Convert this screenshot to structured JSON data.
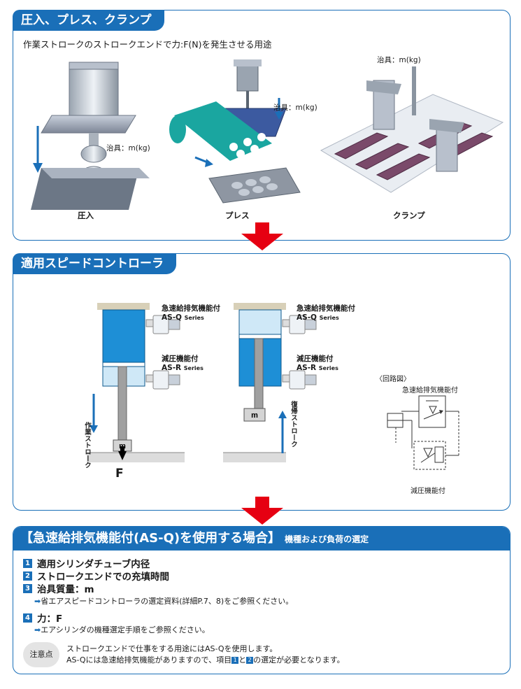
{
  "section1": {
    "title": "圧入、プレス、クランプ",
    "caption": "作業ストロークのストロークエンドで力:F(N)を発生させる用途",
    "jig_label": "治具：m(kg)",
    "labels": [
      "圧入",
      "プレス",
      "クランプ"
    ]
  },
  "section2": {
    "title": "適用スピードコントローラ",
    "left": {
      "quick_exhaust": "急速給排気機能付",
      "quick_series": "AS-Q",
      "reduce": "減圧機能付",
      "reduce_series": "AS-R",
      "series_word": "Series",
      "stroke": "作業ストローク",
      "mass": "m",
      "force": "F"
    },
    "right": {
      "quick_exhaust": "急速給排気機能付",
      "quick_series": "AS-Q",
      "reduce": "減圧機能付",
      "reduce_series": "AS-R",
      "series_word": "Series",
      "stroke": "復帰ストローク",
      "mass": "m"
    },
    "circuit": {
      "title": "〈回路図〉",
      "top_label": "急速給排気機能付",
      "bottom_label": "減圧機能付"
    }
  },
  "section3": {
    "title": "【急速給排気機能付(AS-Q)を使用する場合】",
    "subtitle": "機種および負荷の選定",
    "items": [
      {
        "num": "1",
        "text": "適用シリンダチューブ内径"
      },
      {
        "num": "2",
        "text": "ストロークエンドでの充填時間"
      },
      {
        "num": "3",
        "text": "治具質量：m"
      },
      {
        "num": "4",
        "text": "力：F"
      }
    ],
    "sub3": "省エアスピードコントローラの選定資料(詳細P.7、8)をご参照ください。",
    "sub4": "エアシリンダの機種選定手順をご参照ください。",
    "note_badge": "注意点",
    "note1": "ストロークエンドで仕事をする用途にはAS-Qを使用します。",
    "note2_a": "AS-Qには急速給排気機能がありますので、項目",
    "note2_b": "と",
    "note2_c": "の選定が必要となります。",
    "note_ref1": "1",
    "note_ref2": "2"
  },
  "colors": {
    "accent": "#1a6fb8",
    "arrow_red": "#e60012",
    "cylinder": "#1e8fd6",
    "teal": "#1aa6a0",
    "purple": "#7a4a6a"
  }
}
